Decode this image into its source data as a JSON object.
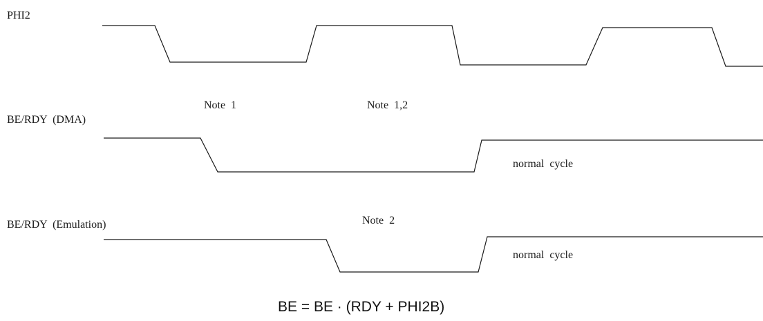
{
  "signals": {
    "phi2": "PHI2",
    "be_rdy_dma": "BE/RDY  (DMA)",
    "be_rdy_emulation": "BE/RDY  (Emulation)"
  },
  "notes": {
    "note_1": "Note  1",
    "note_1_2": "Note  1,2",
    "note_2": "Note  2"
  },
  "annotations": {
    "normal_cycle_dma": "normal  cycle",
    "normal_cycle_emulation": "normal  cycle"
  },
  "equation": "BE = BE · (RDY + PHI2B)"
}
